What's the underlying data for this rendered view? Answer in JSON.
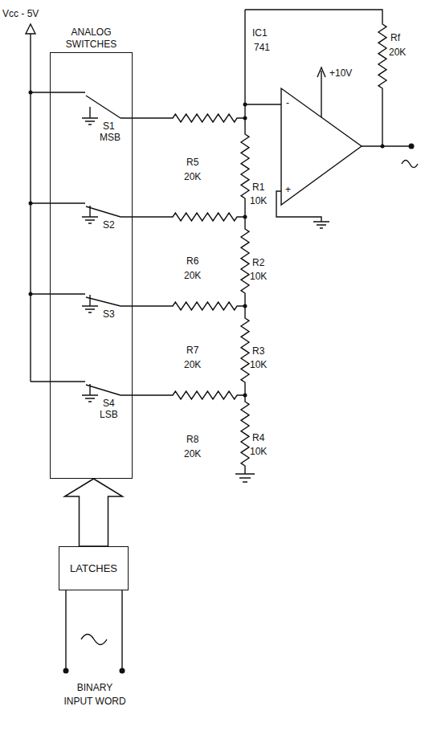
{
  "diagram": {
    "nodes": [
      {
        "text": [
          "ANALOG SWITCHES"
        ]
      },
      {
        "text": [
          "LATCHES"
        ]
      }
    ],
    "edges": [
      {
        "from": 1,
        "to": 0,
        "arrow": "to"
      }
    ],
    "labels": [
      "Vcc - 5V",
      "S1",
      "MSB",
      "S2",
      "S3",
      "S4",
      "LSB",
      "R5",
      "20K",
      "R6",
      "20K",
      "R7",
      "20K",
      "R8",
      "20K",
      "IC1",
      "741",
      "+10V",
      "Rf",
      "20K",
      "-",
      "+",
      "R1",
      "10K",
      "R2",
      "10K",
      "R3",
      "10K",
      "R4",
      "10K",
      "BINARY INPUT WORD"
    ]
  }
}
